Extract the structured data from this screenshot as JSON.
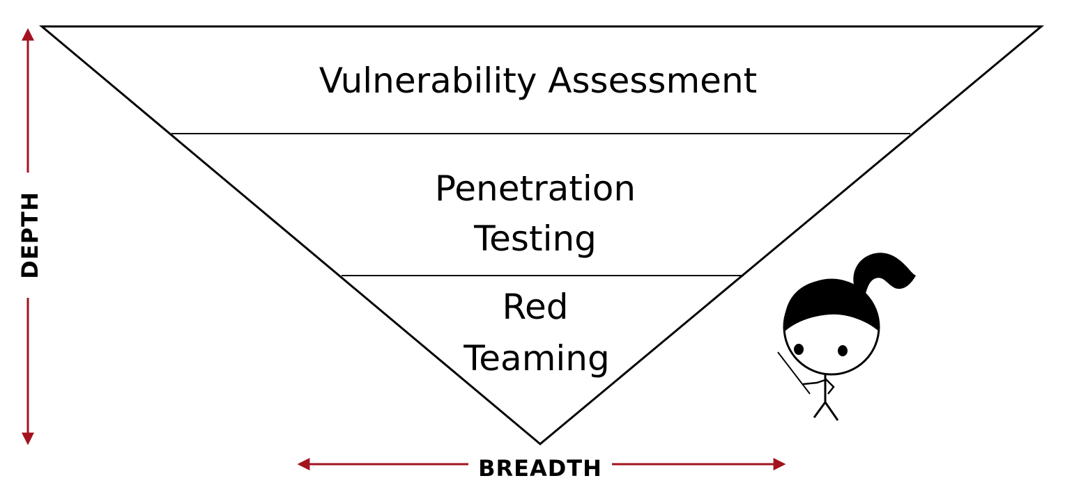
{
  "layers": [
    {
      "label_lines": [
        "Vulnerability Assessment"
      ]
    },
    {
      "label_lines": [
        "Penetration",
        "Testing"
      ]
    },
    {
      "label_lines": [
        "Red",
        "Teaming"
      ]
    }
  ],
  "axes": {
    "vertical_label": "DEPTH",
    "horizontal_label": "BREADTH"
  },
  "colors": {
    "arrow": "#a3121f",
    "outline": "#000000",
    "background": "#ffffff"
  }
}
